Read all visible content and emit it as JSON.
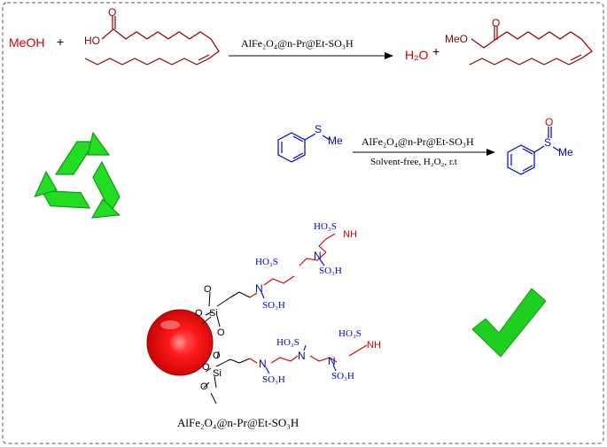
{
  "reaction1": {
    "reactant_a": "MeOH",
    "plus_1": "+",
    "acid_group": "HOOC",
    "acid_o": "O",
    "acid_ho": "HO",
    "catalyst": "AlFe₂O₄@n-Pr@Et-SO₃H",
    "product_water": "H₂O",
    "plus_2": "+",
    "ester_o": "O",
    "ester_meo": "MeO"
  },
  "reaction2": {
    "substrate_s": "S",
    "substrate_me": "Me",
    "catalyst": "AlFe₂O₄@n-Pr@Et-SO₃H",
    "conditions": "Solvent-free, H₂O₂, r.t",
    "product_o": "O",
    "product_s": "S",
    "product_me": "Me"
  },
  "catalyst_structure": {
    "name": "AlFe₂O₄@n-Pr@Et-SO₃H",
    "upper_si": "Si",
    "lower_si": "Si",
    "o_label": "O",
    "n_label": "N",
    "nh_label": "NH",
    "so3h_label": "SO₃H",
    "ho3s_label": "HO₃S"
  },
  "colors": {
    "acid_red": "#8b0000",
    "label_red": "#cc0000",
    "linker_blue": "#0000cc",
    "bond_black": "#000000",
    "recycle_green": "#22dd22",
    "check_green": "#1fcf1f",
    "sphere_red": "#e00000",
    "frame_gray": "#555555"
  },
  "icons": [
    "recycle-icon",
    "checkmark-icon",
    "nanoparticle-sphere"
  ]
}
